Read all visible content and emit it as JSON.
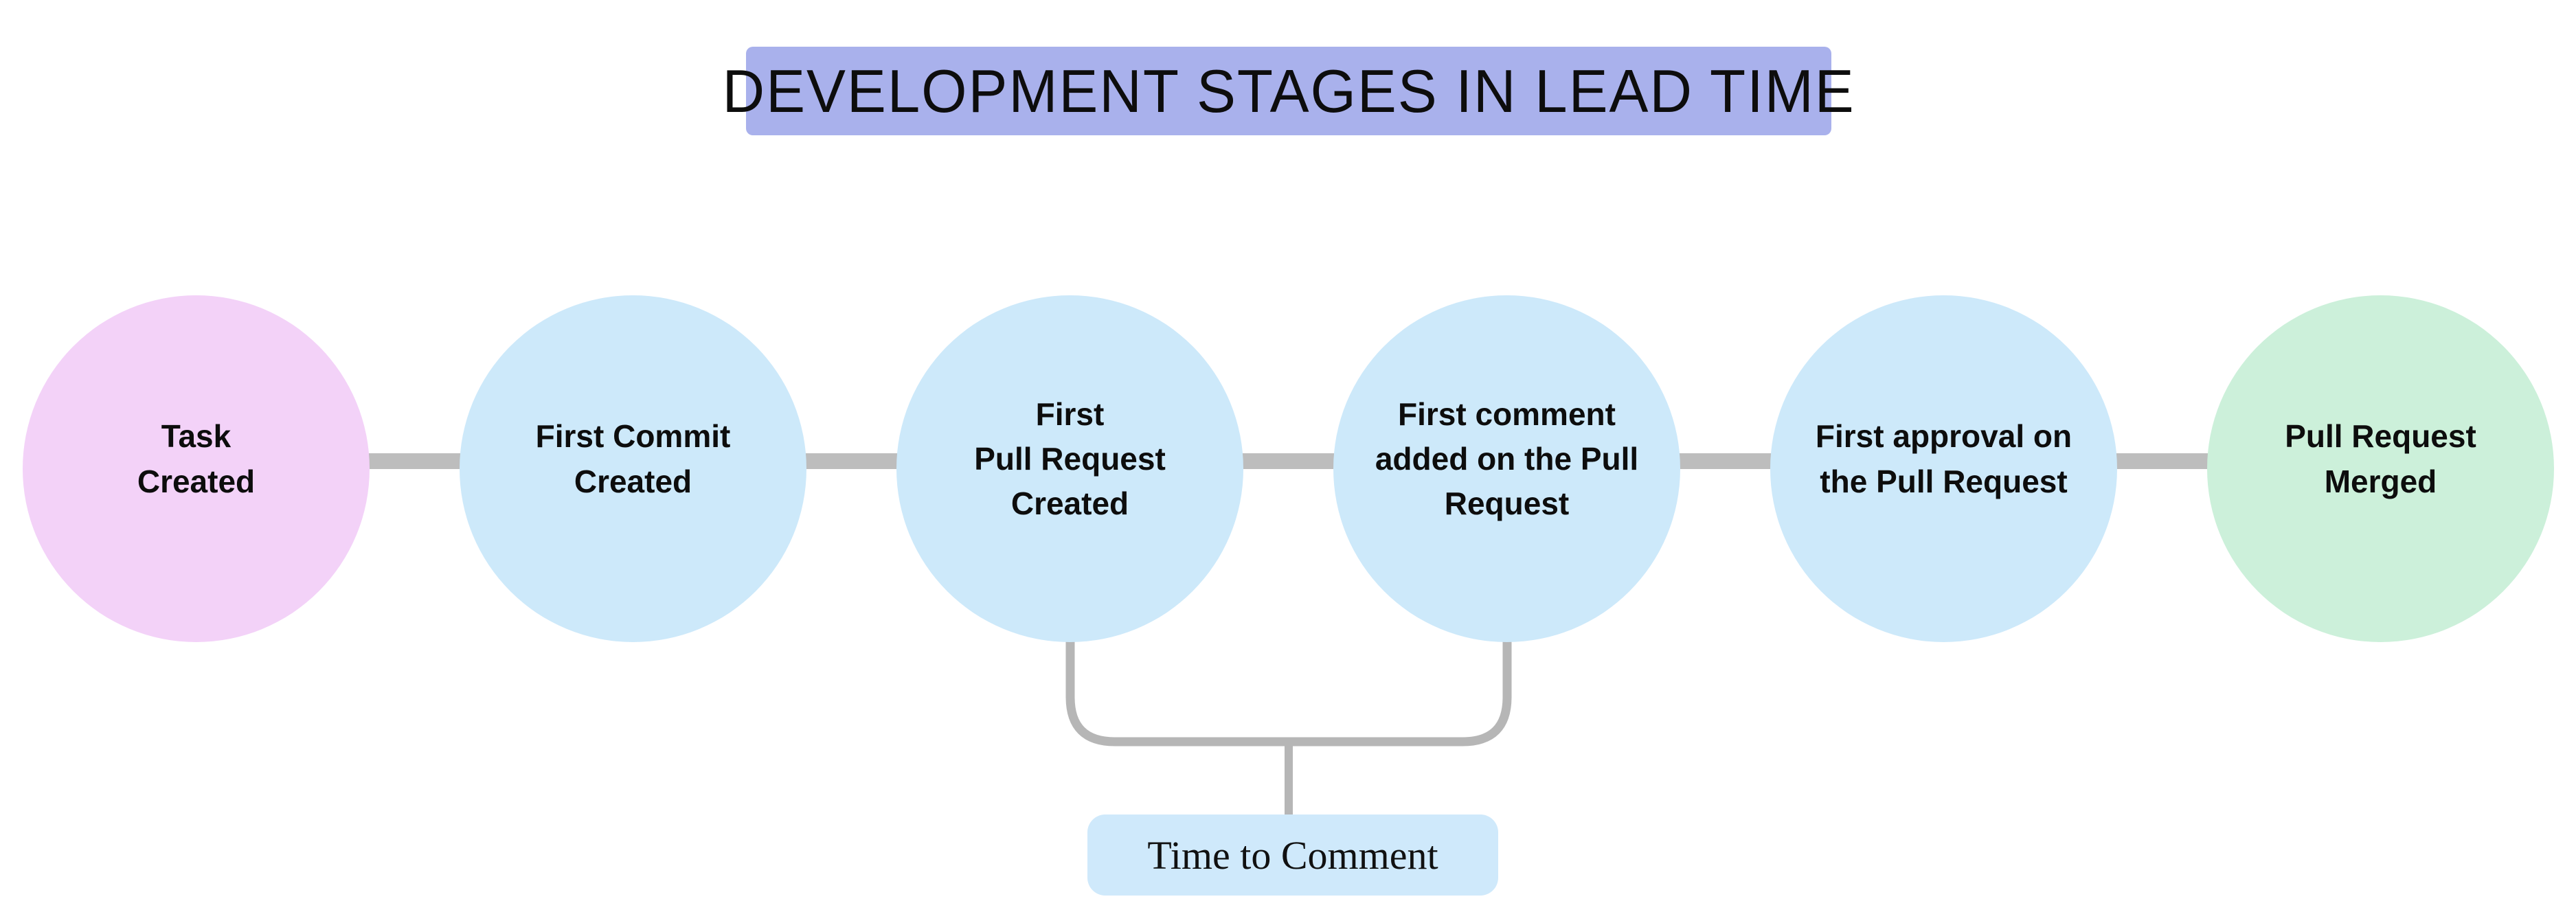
{
  "title": {
    "text": "DEVELOPMENT STAGES IN LEAD TIME",
    "background": "#a9b1ec",
    "text_color": "#0d0d0d"
  },
  "nodes": [
    {
      "label": "Task\nCreated",
      "color": "#f3d2f8"
    },
    {
      "label": "First Commit\nCreated",
      "color": "#cde9fa"
    },
    {
      "label": "First\nPull Request\nCreated",
      "color": "#cde9fa"
    },
    {
      "label": "First comment\nadded on the Pull\nRequest",
      "color": "#cde9fa"
    },
    {
      "label": "First approval on\nthe Pull Request",
      "color": "#cde9fa"
    },
    {
      "label": "Pull Request\nMerged",
      "color": "#ccf0da"
    }
  ],
  "connector": {
    "color": "#bdbdbd"
  },
  "bracket": {
    "color": "#b6b6b6",
    "label": "Time to Comment",
    "label_background": "#cfe9fb",
    "label_text_color": "#111111"
  }
}
